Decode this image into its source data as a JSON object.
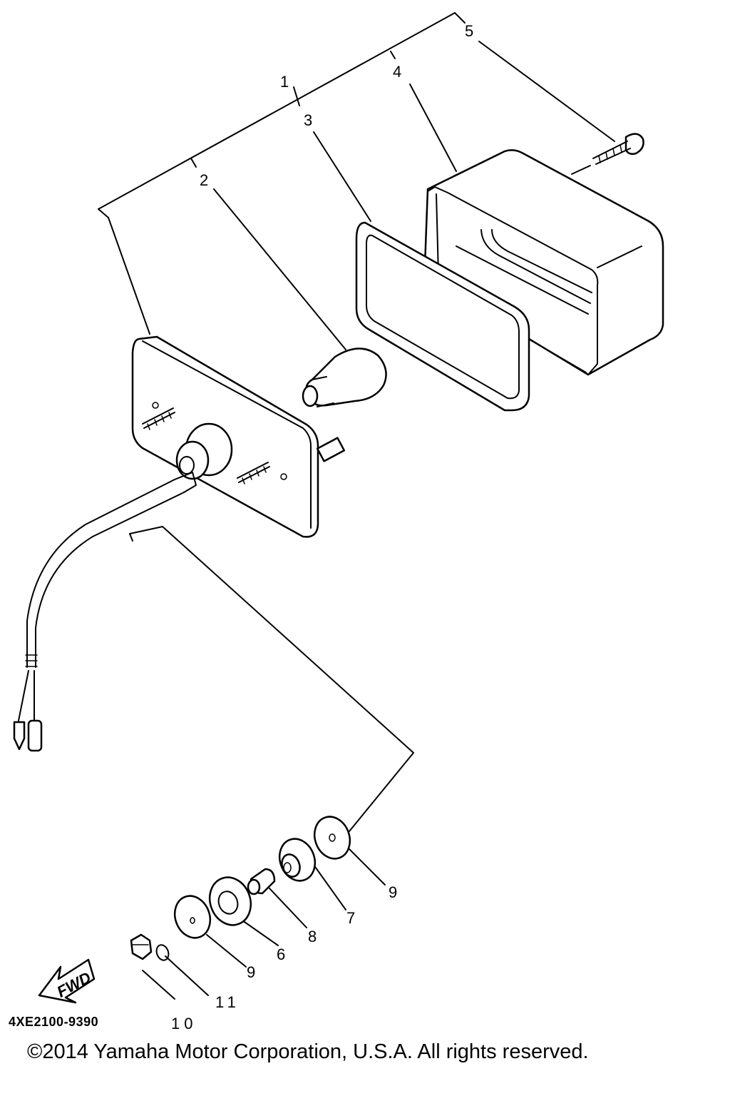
{
  "diagram": {
    "callouts": [
      {
        "id": "1",
        "label": "1"
      },
      {
        "id": "2",
        "label": "2"
      },
      {
        "id": "3",
        "label": "3"
      },
      {
        "id": "4",
        "label": "4"
      },
      {
        "id": "5",
        "label": "5"
      },
      {
        "id": "6",
        "label": "6"
      },
      {
        "id": "7",
        "label": "7"
      },
      {
        "id": "8",
        "label": "8"
      },
      {
        "id": "9a",
        "label": "9"
      },
      {
        "id": "9b",
        "label": "9"
      },
      {
        "id": "10",
        "label": "10"
      },
      {
        "id": "11",
        "label": "11"
      }
    ],
    "fwd_arrow_text": "FWD",
    "diagram_code": "4XE2100-9390",
    "copyright": "©2014 Yamaha Motor Corporation, U.S.A. All rights reserved."
  }
}
